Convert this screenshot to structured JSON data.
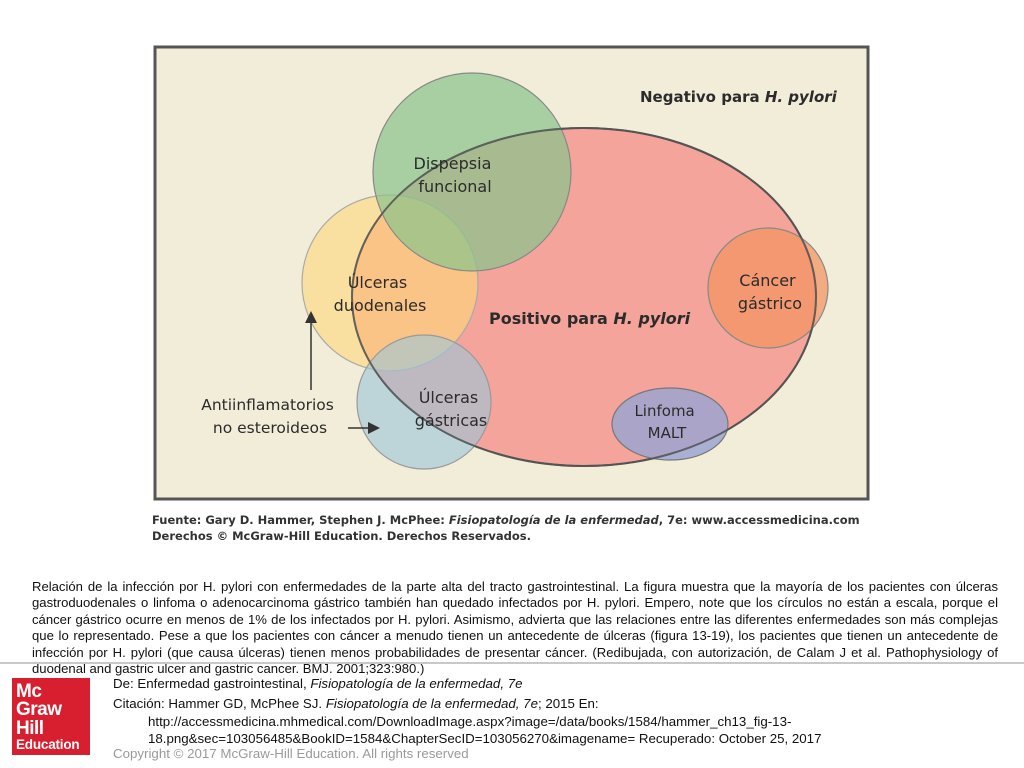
{
  "diagram": {
    "regions": [
      {
        "key": "negative",
        "label_pre": "Negativo para ",
        "label_italic": "H. pylori",
        "color": "#f2edd9"
      },
      {
        "key": "positive",
        "label_pre": "Positivo para ",
        "label_italic": "H. pylori",
        "color": "#f4a49a"
      },
      {
        "key": "dispepsia",
        "lines": [
          "Dispepsia",
          "funcional"
        ],
        "color": "#8bc48c"
      },
      {
        "key": "duodenales",
        "lines": [
          "Úlceras",
          "duodenales"
        ],
        "color": "#ffd87c"
      },
      {
        "key": "gastricas",
        "lines": [
          "Úlceras",
          "gástricas"
        ],
        "color": "#9cc7d8"
      },
      {
        "key": "cancer",
        "lines": [
          "Cáncer",
          "gástrico"
        ],
        "color": "#f2935f"
      },
      {
        "key": "linfoma",
        "lines": [
          "Linfoma",
          "MALT"
        ],
        "color": "#9ea4d1"
      }
    ],
    "arrow_label": [
      "Antiinflamatorios",
      "no esteroideos"
    ],
    "credit": {
      "line1_pre": "Fuente: Gary D. Hammer, Stephen J. McPhee: ",
      "line1_italic": "Fisiopatología de la enfermedad",
      "line1_post": ", 7e: www.accessmedicina.com",
      "line2": "Derechos © McGraw-Hill Education. Derechos Reservados."
    }
  },
  "caption": "Relación de la infección por H. pylori con enfermedades de la parte alta del tracto gastrointestinal. La figura muestra que la mayoría de los pacientes con úlceras gastroduodenales o linfoma o adenocarcinoma gástrico también han quedado infectados por H. pylori. Empero, note que los círculos no están a escala, porque el cáncer gástrico ocurre en menos de 1% de los infectados por H. pylori. Asimismo, advierta que las relaciones entre las diferentes enfermedades son más complejas que lo representado. Pese a que los pacientes con cáncer a menudo tienen un antecedente de úlceras (figura 13-19), los pacientes que tienen un antecedente de infección por H. pylori (que causa úlceras) tienen menos probabilidades de presentar cáncer. (Redibujada, con autorización, de Calam J et al. Pathophysiology of duodenal and gastric ulcer and gastric cancer. BMJ. 2001;323:980.)",
  "logo": {
    "line1": "Mc",
    "line2": "Graw",
    "line3": "Hill",
    "line4": "Education"
  },
  "footer": {
    "de_pre": "De: Enfermedad gastrointestinal, ",
    "de_italic": "Fisiopatología de la enfermedad, 7e",
    "cit_pre": "Citación: Hammer GD, McPhee SJ. ",
    "cit_italic": "Fisiopatología de la enfermedad, 7e",
    "cit_post": "; 2015 En:",
    "url1": "http://accessmedicina.mhmedical.com/DownloadImage.aspx?image=/data/books/1584/hammer_ch13_fig-13-",
    "url2": "18.png&sec=103056485&BookID=1584&ChapterSecID=103056270&imagename= Recuperado: October 25, 2017",
    "copyright": "Copyright © 2017 McGraw-Hill Education. All rights reserved"
  },
  "colors": {
    "frame": "#555555",
    "outline": "#555555",
    "text": "#2b2b2b"
  }
}
